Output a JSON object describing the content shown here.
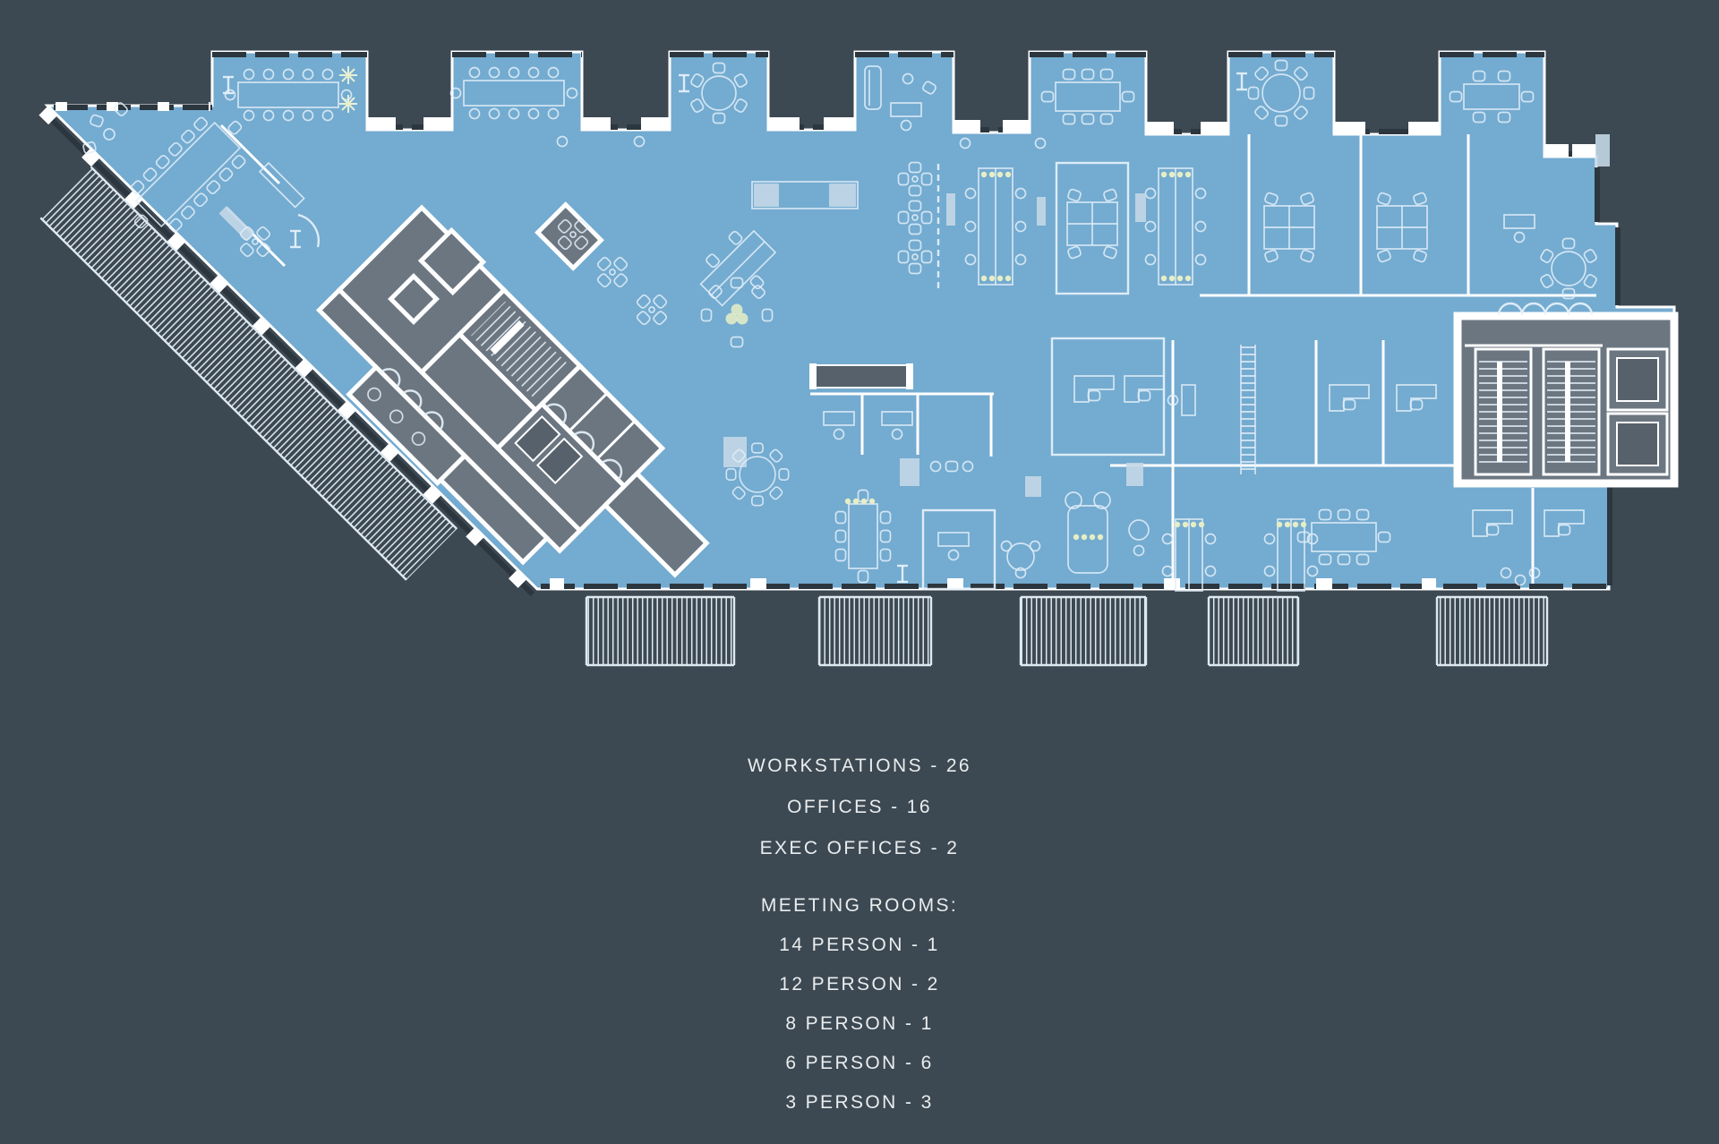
{
  "colors": {
    "background": "#3c4852",
    "floor": "#74abd0",
    "core_gray": "#6b7681",
    "walls": "#ffffff",
    "window_band": "#2c363e",
    "furniture_line": "#e2eef9",
    "cabinet_fill": "#c3d7e6",
    "accent_dots": "#e6eec5",
    "text": "#e9edee"
  },
  "summary": {
    "workstations_label": "WORKSTATIONS - 26",
    "offices_label": "OFFICES - 16",
    "exec_offices_label": "EXEC OFFICES - 2",
    "meeting_rooms_header": "MEETING ROOMS:",
    "workstations": 26,
    "offices": 16,
    "exec_offices": 2,
    "meeting_rooms": [
      {
        "label": "14 PERSON - 1",
        "seats": 14,
        "count": 1
      },
      {
        "label": "12 PERSON - 2",
        "seats": 12,
        "count": 2
      },
      {
        "label": "8 PERSON - 1",
        "seats": 8,
        "count": 1
      },
      {
        "label": "6 PERSON - 6",
        "seats": 6,
        "count": 6
      },
      {
        "label": "3 PERSON - 3",
        "seats": 3,
        "count": 3
      }
    ]
  }
}
